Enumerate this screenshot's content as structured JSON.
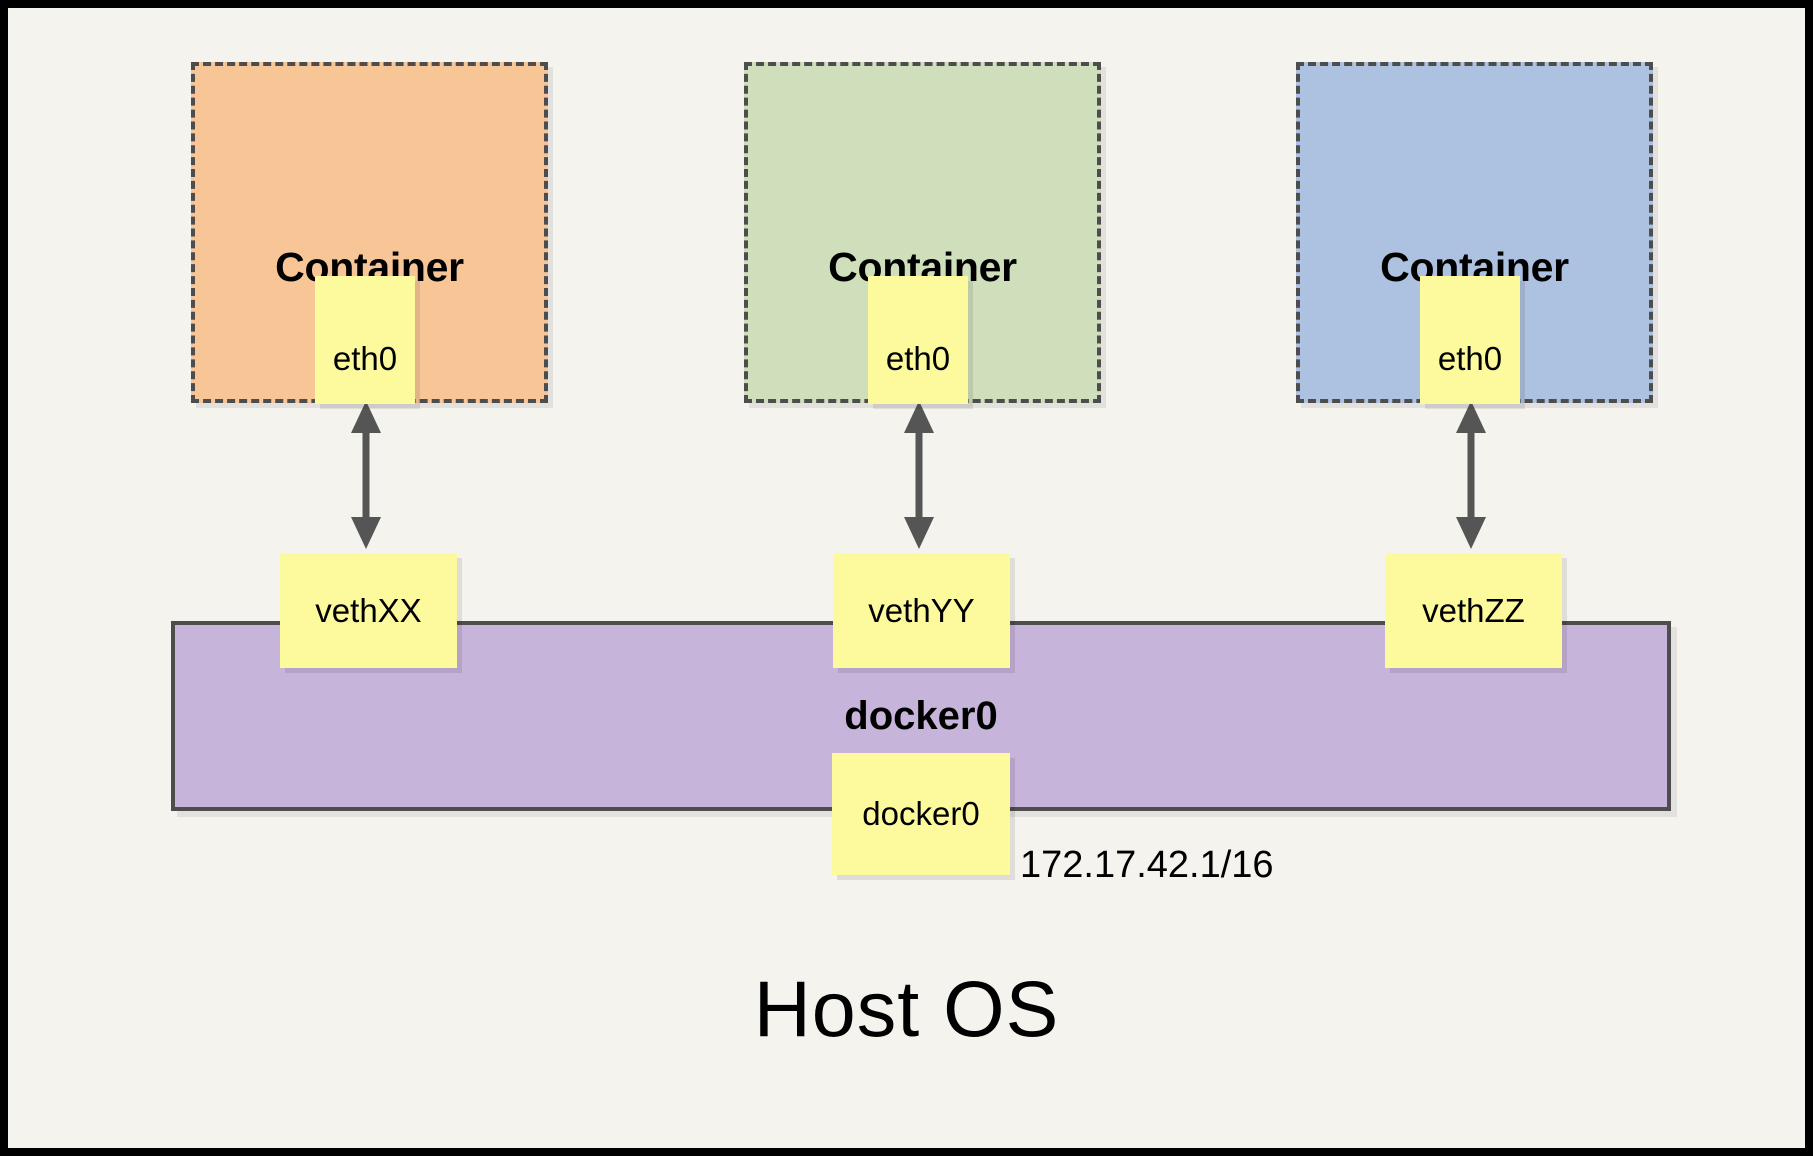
{
  "diagram": {
    "title_text": "Host OS",
    "background_color": "#f4f3ee",
    "border_color": "#000000",
    "containers": [
      {
        "label": "Container",
        "fill_color": "#f8c596",
        "border_color": "#4d4d4d",
        "interface_label": "eth0"
      },
      {
        "label": "Container",
        "fill_color": "#cfdfbb",
        "border_color": "#4d4d4d",
        "interface_label": "eth0"
      },
      {
        "label": "Container",
        "fill_color": "#adc1e0",
        "border_color": "#4d4d4d",
        "interface_label": "eth0"
      }
    ],
    "veth_pairs": [
      {
        "label": "vethXX"
      },
      {
        "label": "vethYY"
      },
      {
        "label": "vethZZ"
      }
    ],
    "bridge": {
      "title": "docker0",
      "interface_label": "docker0",
      "ip_address": "172.17.42.1/16",
      "fill_color": "#c6b4da",
      "border_color": "#4d4d4d"
    },
    "arrow_color": "#555555"
  }
}
